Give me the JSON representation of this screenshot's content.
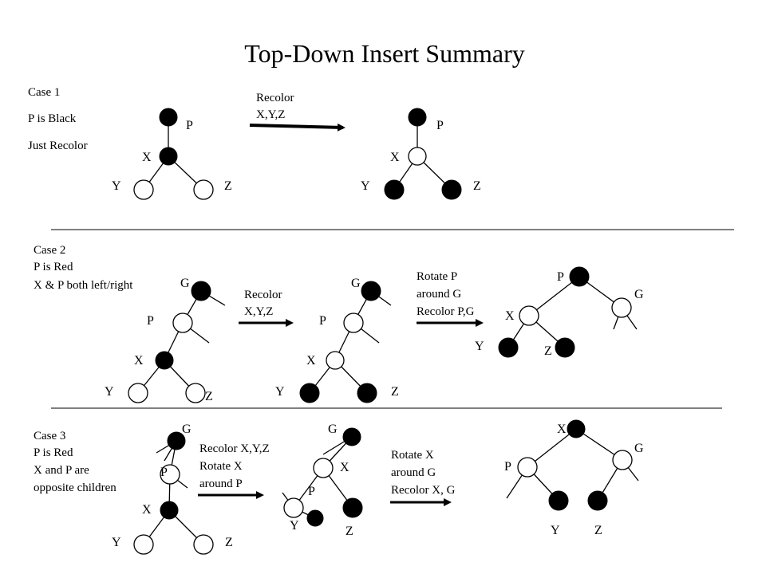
{
  "title": "Top-Down Insert Summary",
  "case1": {
    "caption": [
      "Case 1",
      "P is Black",
      "Just Recolor"
    ],
    "arrow_caption": [
      "Recolor",
      "X,Y,Z"
    ],
    "before": {
      "p": "P",
      "x": "X",
      "y": "Y",
      "z": "Z"
    },
    "after": {
      "p": "P",
      "x": "X",
      "y": "Y",
      "z": "Z"
    }
  },
  "case2": {
    "caption": [
      "Case 2",
      "P is Red",
      "X & P both left/right"
    ],
    "arrow1_caption": [
      "Recolor",
      "X,Y,Z"
    ],
    "arrow2_caption": [
      "Rotate P",
      "around G",
      "Recolor P,G"
    ],
    "before": {
      "g": "G",
      "p": "P",
      "x": "X",
      "y": "Y",
      "z": "Z"
    },
    "middle": {
      "g": "G",
      "p": "P",
      "x": "X",
      "y": "Y",
      "z": "Z"
    },
    "after": {
      "p": "P",
      "g": "G",
      "x": "X",
      "y": "Y",
      "z": "Z"
    }
  },
  "case3": {
    "caption": [
      "Case 3",
      "P is Red",
      "X and P are",
      "opposite children"
    ],
    "arrow1_caption": [
      "Recolor X,Y,Z",
      "Rotate X",
      "around P"
    ],
    "arrow2_caption": [
      "Rotate X",
      "around G",
      "Recolor X, G"
    ],
    "before": {
      "g": "G",
      "p": "P",
      "x": "X",
      "y": "Y",
      "z": "Z"
    },
    "middle": {
      "g": "G",
      "x": "X",
      "p": "P",
      "y": "Y",
      "z": "Z"
    },
    "after": {
      "x": "X",
      "g": "G",
      "p": "P",
      "y": "Y",
      "z": "Z"
    }
  }
}
